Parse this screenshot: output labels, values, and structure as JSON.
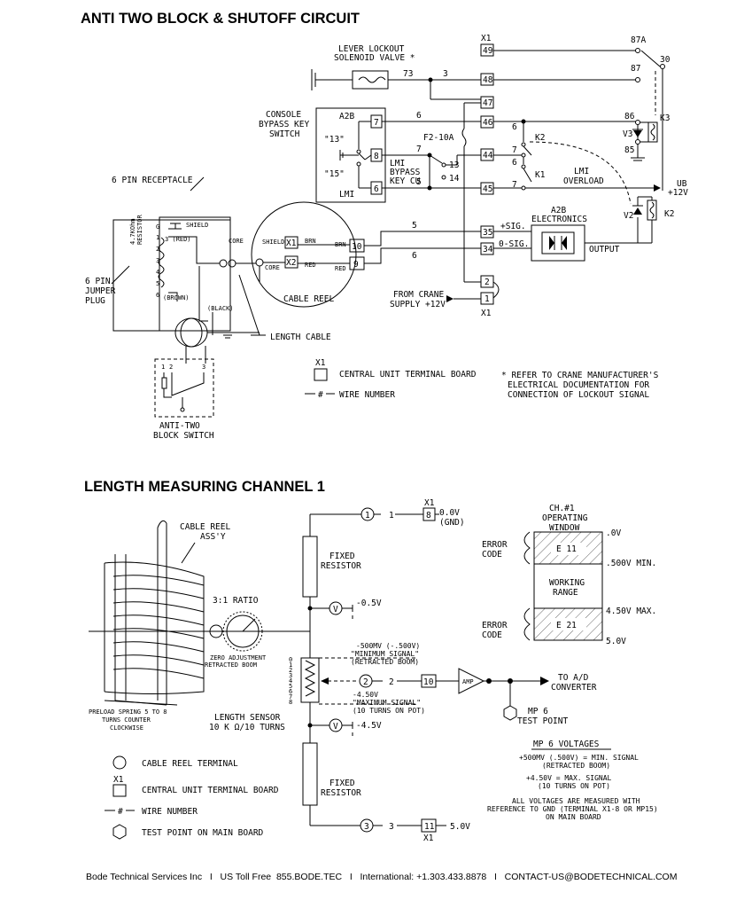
{
  "headings": {
    "anti_two_block": "ANTI TWO BLOCK & SHUTOFF CIRCUIT",
    "length_channel": "LENGTH MEASURING CHANNEL 1"
  },
  "footer": "Bode Technical Services Inc   I   US Toll Free  855.BODE.TEC   I   International: +1.303.433.8878   I   CONTACT-US@BODETECHNICAL.COM",
  "circuit": {
    "lever_lockout": [
      "LEVER LOCKOUT",
      "SOLENOID VALVE *"
    ],
    "console_bypass": [
      "CONSOLE",
      "BYPASS KEY",
      "SWITCH"
    ],
    "six_pin_receptacle": "6 PIN RECEPTACLE",
    "six_pin_jumper": [
      "6 PIN",
      "JUMPER",
      "PLUG"
    ],
    "resistor_label": [
      "4.7KOhm",
      "RESISTOR"
    ],
    "shield": "SHIELD",
    "core": "CORE",
    "red_3": "3 (RED)",
    "brown_2": "(BROWN)",
    "black_1": "(BLACK)",
    "cable_reel": "CABLE REEL",
    "length_cable": "LENGTH CABLE",
    "anti_two_block_switch": [
      "ANTI-TWO",
      "BLOCK SWITCH"
    ],
    "brn": "BRN",
    "red": "RED",
    "a2b": "A2B",
    "lmi": "LMI",
    "lmi_bypass": [
      "LMI",
      "BYPASS",
      "KEY CU"
    ],
    "f2": "F2-10A",
    "k1": "K1",
    "k2": "K2",
    "k3": "K3",
    "v2": "V2",
    "v3": "V3",
    "lmi_overload": [
      "LMI",
      "OVERLOAD"
    ],
    "ub": [
      "UB",
      "+12V"
    ],
    "a2b_electronics": [
      "A2B",
      "ELECTRONICS"
    ],
    "output": "OUTPUT",
    "plus_sig": "+SIG.",
    "zero_sig": "0-SIG.",
    "from_crane": [
      "FROM CRANE",
      "SUPPLY +12V"
    ],
    "x1": "X1",
    "n13": "\"13\"",
    "n15": "\"15\"",
    "terminals_right": [
      "49",
      "48",
      "47",
      "46",
      "44",
      "45",
      "35",
      "34",
      "2",
      "1"
    ],
    "terminals_left": [
      "7",
      "8",
      "6"
    ],
    "terminals_reel": [
      "X1",
      "X2",
      "10",
      "9"
    ],
    "relay_numbers": [
      "87A",
      "87",
      "30",
      "86",
      "85"
    ],
    "wires": [
      "73",
      "3",
      "6",
      "7",
      "5",
      "5",
      "6",
      "6",
      "7",
      "6",
      "7",
      "13",
      "14"
    ],
    "legend_terminal": "CENTRAL UNIT TERMINAL BOARD",
    "legend_wire": "WIRE NUMBER",
    "note": [
      "* REFER TO CRANE MANUFACTURER'S",
      "ELECTRICAL DOCUMENTATION FOR",
      "CONNECTION OF LOCKOUT SIGNAL"
    ]
  },
  "channel": {
    "cable_reel_assy": [
      "CABLE REEL",
      "ASS'Y"
    ],
    "ratio": "3:1 RATIO",
    "zero_adjust": [
      "ZERO ADJUSTMENT",
      "RETRACTED BOOM"
    ],
    "preload": [
      "PRELOAD SPRING 5 TO 8",
      "TURNS COUNTER",
      "CLOCKWISE"
    ],
    "length_sensor": [
      "LENGTH SENSOR",
      "10 K Ω/10 TURNS"
    ],
    "fixed_resistor": [
      "FIXED",
      "RESISTOR"
    ],
    "min_signal": [
      "-500MV (-.500V)",
      "\"MINIMUM SIGNAL\"",
      "(RETRACTED BOOM)"
    ],
    "max_signal": [
      "-4.50V",
      "\"MAXIMUM SIGNAL\"",
      "(10 TURNS ON POT)"
    ],
    "minus_05": "-0.5V",
    "minus_45": "-4.5V",
    "v": "V",
    "t1": [
      "1",
      "1",
      "8",
      "0.0V",
      "(GND)"
    ],
    "t2": [
      "2",
      "2",
      "10"
    ],
    "t3": [
      "3",
      "3",
      "11",
      "5.0V"
    ],
    "amp": "AMP",
    "to_ad": [
      "TO A/D",
      "CONVERTER"
    ],
    "mp6": [
      "MP 6",
      "TEST POINT"
    ],
    "window_title": [
      "CH.#1",
      "OPERATING",
      "WINDOW"
    ],
    "error_code": [
      "ERROR",
      "CODE"
    ],
    "e11": "E 11",
    "e21": "E 21",
    "working_range": [
      "WORKING",
      "RANGE"
    ],
    "levels": [
      ".0V",
      ".500V MIN.",
      "4.50V MAX.",
      "5.0V"
    ],
    "mp6_voltages_title": "MP 6 VOLTAGES",
    "mp6_lines": [
      "+500MV (.500V) = MIN. SIGNAL",
      "(RETRACTED BOOM)",
      "+4.50V = MAX. SIGNAL",
      "(10 TURNS ON POT)",
      "ALL VOLTAGES ARE MEASURED WITH",
      "REFERENCE TO GND (TERMINAL X1-8 OR MP15)",
      "ON MAIN BOARD"
    ],
    "legend": [
      "CABLE REEL TERMINAL",
      "X1",
      "CENTRAL UNIT TERMINAL BOARD",
      "WIRE NUMBER",
      "TEST POINT ON MAIN BOARD"
    ]
  }
}
